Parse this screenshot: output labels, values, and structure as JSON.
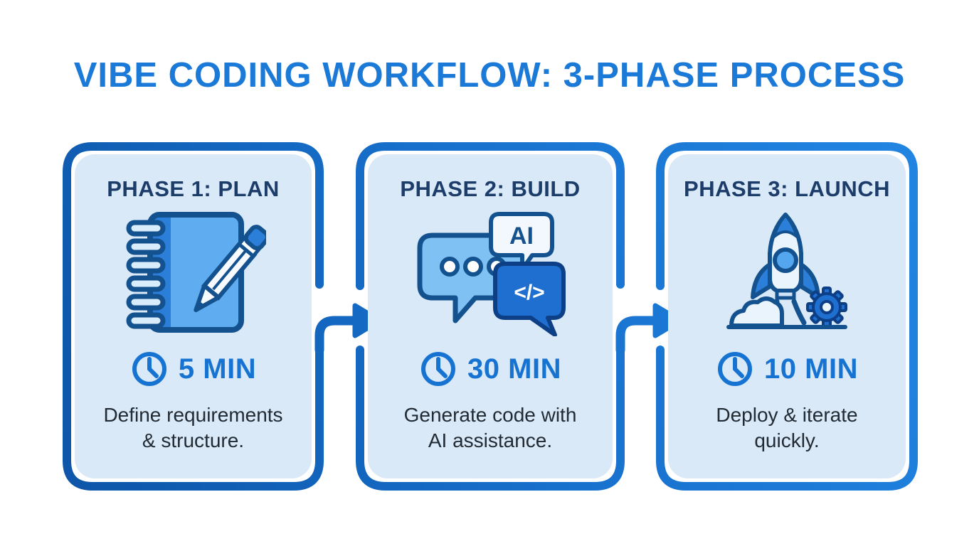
{
  "title": "VIBE CODING WORKFLOW: 3-PHASE PROCESS",
  "colors": {
    "title_blue": "#1b79d8",
    "border_blue_dark": "#0d55a8",
    "border_blue_light": "#2285e2",
    "card_fill": "#d9e9f7",
    "heading_navy": "#1c3c6a",
    "accent_blue": "#1673d2",
    "text_dark": "#222a33"
  },
  "phases": [
    {
      "heading": "PHASE 1: PLAN",
      "icon": "notebook-pencil-icon",
      "duration": "5 MIN",
      "description": "Define requirements\n& structure."
    },
    {
      "heading": "PHASE 2: BUILD",
      "icon": "ai-chat-code-icon",
      "duration": "30 MIN",
      "description": "Generate code with\nAI assistance."
    },
    {
      "heading": "PHASE 3: LAUNCH",
      "icon": "rocket-gear-icon",
      "duration": "10 MIN",
      "description": "Deploy & iterate\nquickly."
    }
  ],
  "icon_text": {
    "ai": "AI",
    "code": "</>"
  }
}
